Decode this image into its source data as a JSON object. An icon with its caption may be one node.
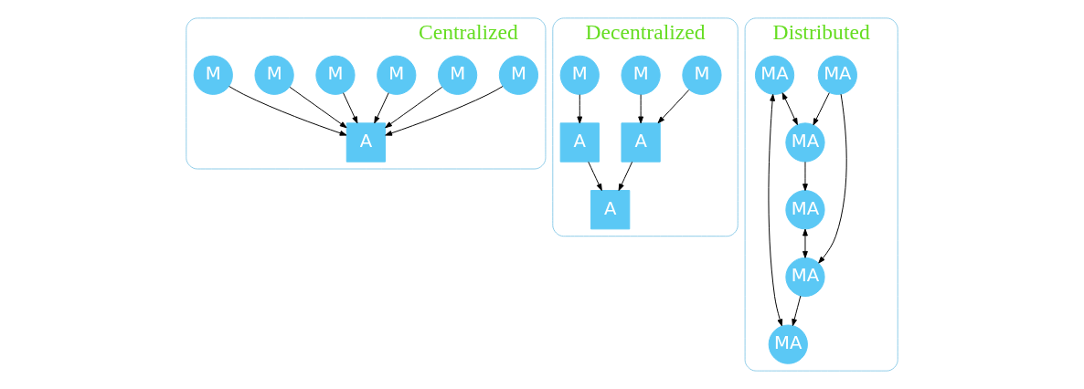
{
  "diagram": {
    "nodes": [
      {
        "text": [
          "Centralized"
        ]
      },
      {
        "text": [
          "M"
        ],
        "in": 0
      },
      {
        "text": [
          "M"
        ],
        "in": 0
      },
      {
        "text": [
          "M"
        ],
        "in": 0
      },
      {
        "text": [
          "A"
        ],
        "in": 0
      },
      {
        "text": [
          "M"
        ],
        "in": 0
      },
      {
        "text": [
          "M"
        ],
        "in": 0
      },
      {
        "text": [
          "M"
        ],
        "in": 0
      },
      {
        "text": [
          "Decentralized"
        ]
      },
      {
        "text": [
          "A"
        ],
        "in": 8
      },
      {
        "text": [
          "A"
        ],
        "in": 8
      },
      {
        "text": [
          "A"
        ],
        "in": 8
      },
      {
        "text": [
          "M"
        ],
        "in": 8
      },
      {
        "text": [
          "M"
        ],
        "in": 8
      },
      {
        "text": [
          "M"
        ],
        "in": 8
      },
      {
        "text": [
          "Distributed"
        ]
      },
      {
        "text": [
          "MA"
        ],
        "in": 15
      },
      {
        "text": [
          "MA"
        ],
        "in": 15
      },
      {
        "text": [
          "MA"
        ],
        "in": 15
      },
      {
        "text": [
          "MA"
        ],
        "in": 15
      },
      {
        "text": [
          "MA"
        ],
        "in": 15
      },
      {
        "text": [
          "MA"
        ],
        "in": 15
      }
    ],
    "edges": [
      {
        "from": 1,
        "to": 4,
        "arrow": "to"
      },
      {
        "from": 2,
        "to": 4,
        "arrow": "to"
      },
      {
        "from": 3,
        "to": 4,
        "arrow": "to"
      },
      {
        "from": 5,
        "to": 4,
        "arrow": "to"
      },
      {
        "from": 6,
        "to": 4,
        "arrow": "to"
      },
      {
        "from": 7,
        "to": 4,
        "arrow": "to"
      },
      {
        "from": 10,
        "to": 9,
        "arrow": "to"
      },
      {
        "from": 11,
        "to": 9,
        "arrow": "to"
      },
      {
        "from": 12,
        "to": 10,
        "arrow": "to"
      },
      {
        "from": 13,
        "to": 10,
        "arrow": "to"
      },
      {
        "from": 14,
        "to": 11,
        "arrow": "to"
      },
      {
        "from": 16,
        "to": 21,
        "arrow": "both"
      },
      {
        "from": 17,
        "to": 20,
        "arrow": "to"
      },
      {
        "from": 17,
        "to": 21,
        "arrow": "to"
      },
      {
        "from": 20,
        "to": 16,
        "arrow": "to"
      },
      {
        "from": 19,
        "to": 18,
        "arrow": "both"
      },
      {
        "from": 19,
        "to": 20,
        "arrow": "both"
      },
      {
        "from": 21,
        "to": 18,
        "arrow": "to"
      }
    ]
  }
}
